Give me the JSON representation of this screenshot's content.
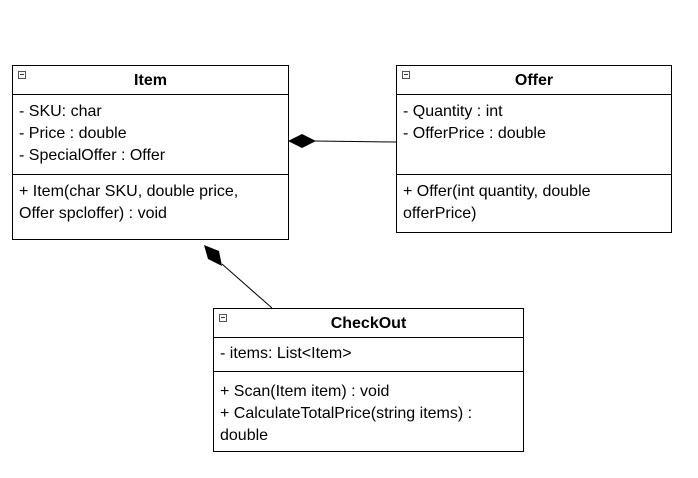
{
  "diagram": {
    "classes": {
      "item": {
        "name": "Item",
        "attributes": [
          "- SKU: char",
          "- Price : double",
          "- SpecialOffer : Offer"
        ],
        "methods": [
          "+ Item(char SKU, double price,",
          "Offer spcloffer) : void"
        ]
      },
      "offer": {
        "name": "Offer",
        "attributes": [
          "- Quantity : int",
          "- OfferPrice : double"
        ],
        "methods": [
          "+ Offer(int quantity, double",
          "offerPrice)"
        ]
      },
      "checkout": {
        "name": "CheckOut",
        "attributes": [
          "- items: List<Item>"
        ],
        "methods": [
          "+ Scan(Item item) : void",
          "+ CalculateTotalPrice(string items) :",
          "double"
        ]
      }
    },
    "relationships": [
      {
        "type": "composition",
        "whole": "Item",
        "part": "Offer"
      },
      {
        "type": "composition",
        "whole": "Item",
        "part": "CheckOut"
      }
    ]
  }
}
